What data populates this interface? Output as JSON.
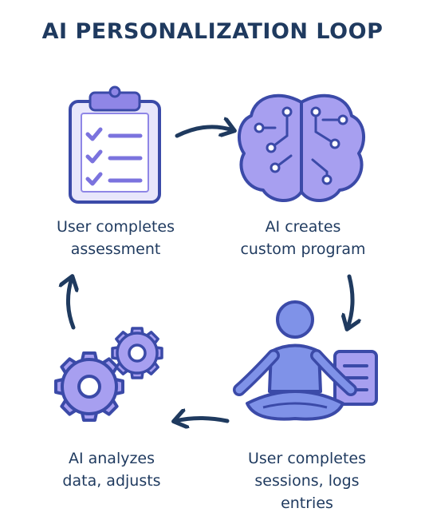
{
  "title": "AI PERSONALIZATION LOOP",
  "steps": {
    "assessment": "User completes\nassessment",
    "ai_program": "AI creates\ncustom program",
    "sessions": "User completes\nsessions, logs\nentries",
    "analyze": "AI analyzes\ndata, adjusts"
  },
  "icons": {
    "assessment": "clipboard-checklist-icon",
    "ai_program": "brain-circuit-icon",
    "sessions": "meditating-person-icon",
    "analyze": "gears-icon"
  },
  "colors": {
    "navy": "#1f3a5f",
    "purple": "#8f86e6",
    "lavender": "#cdc8f5",
    "outline": "#3b4aa8"
  }
}
